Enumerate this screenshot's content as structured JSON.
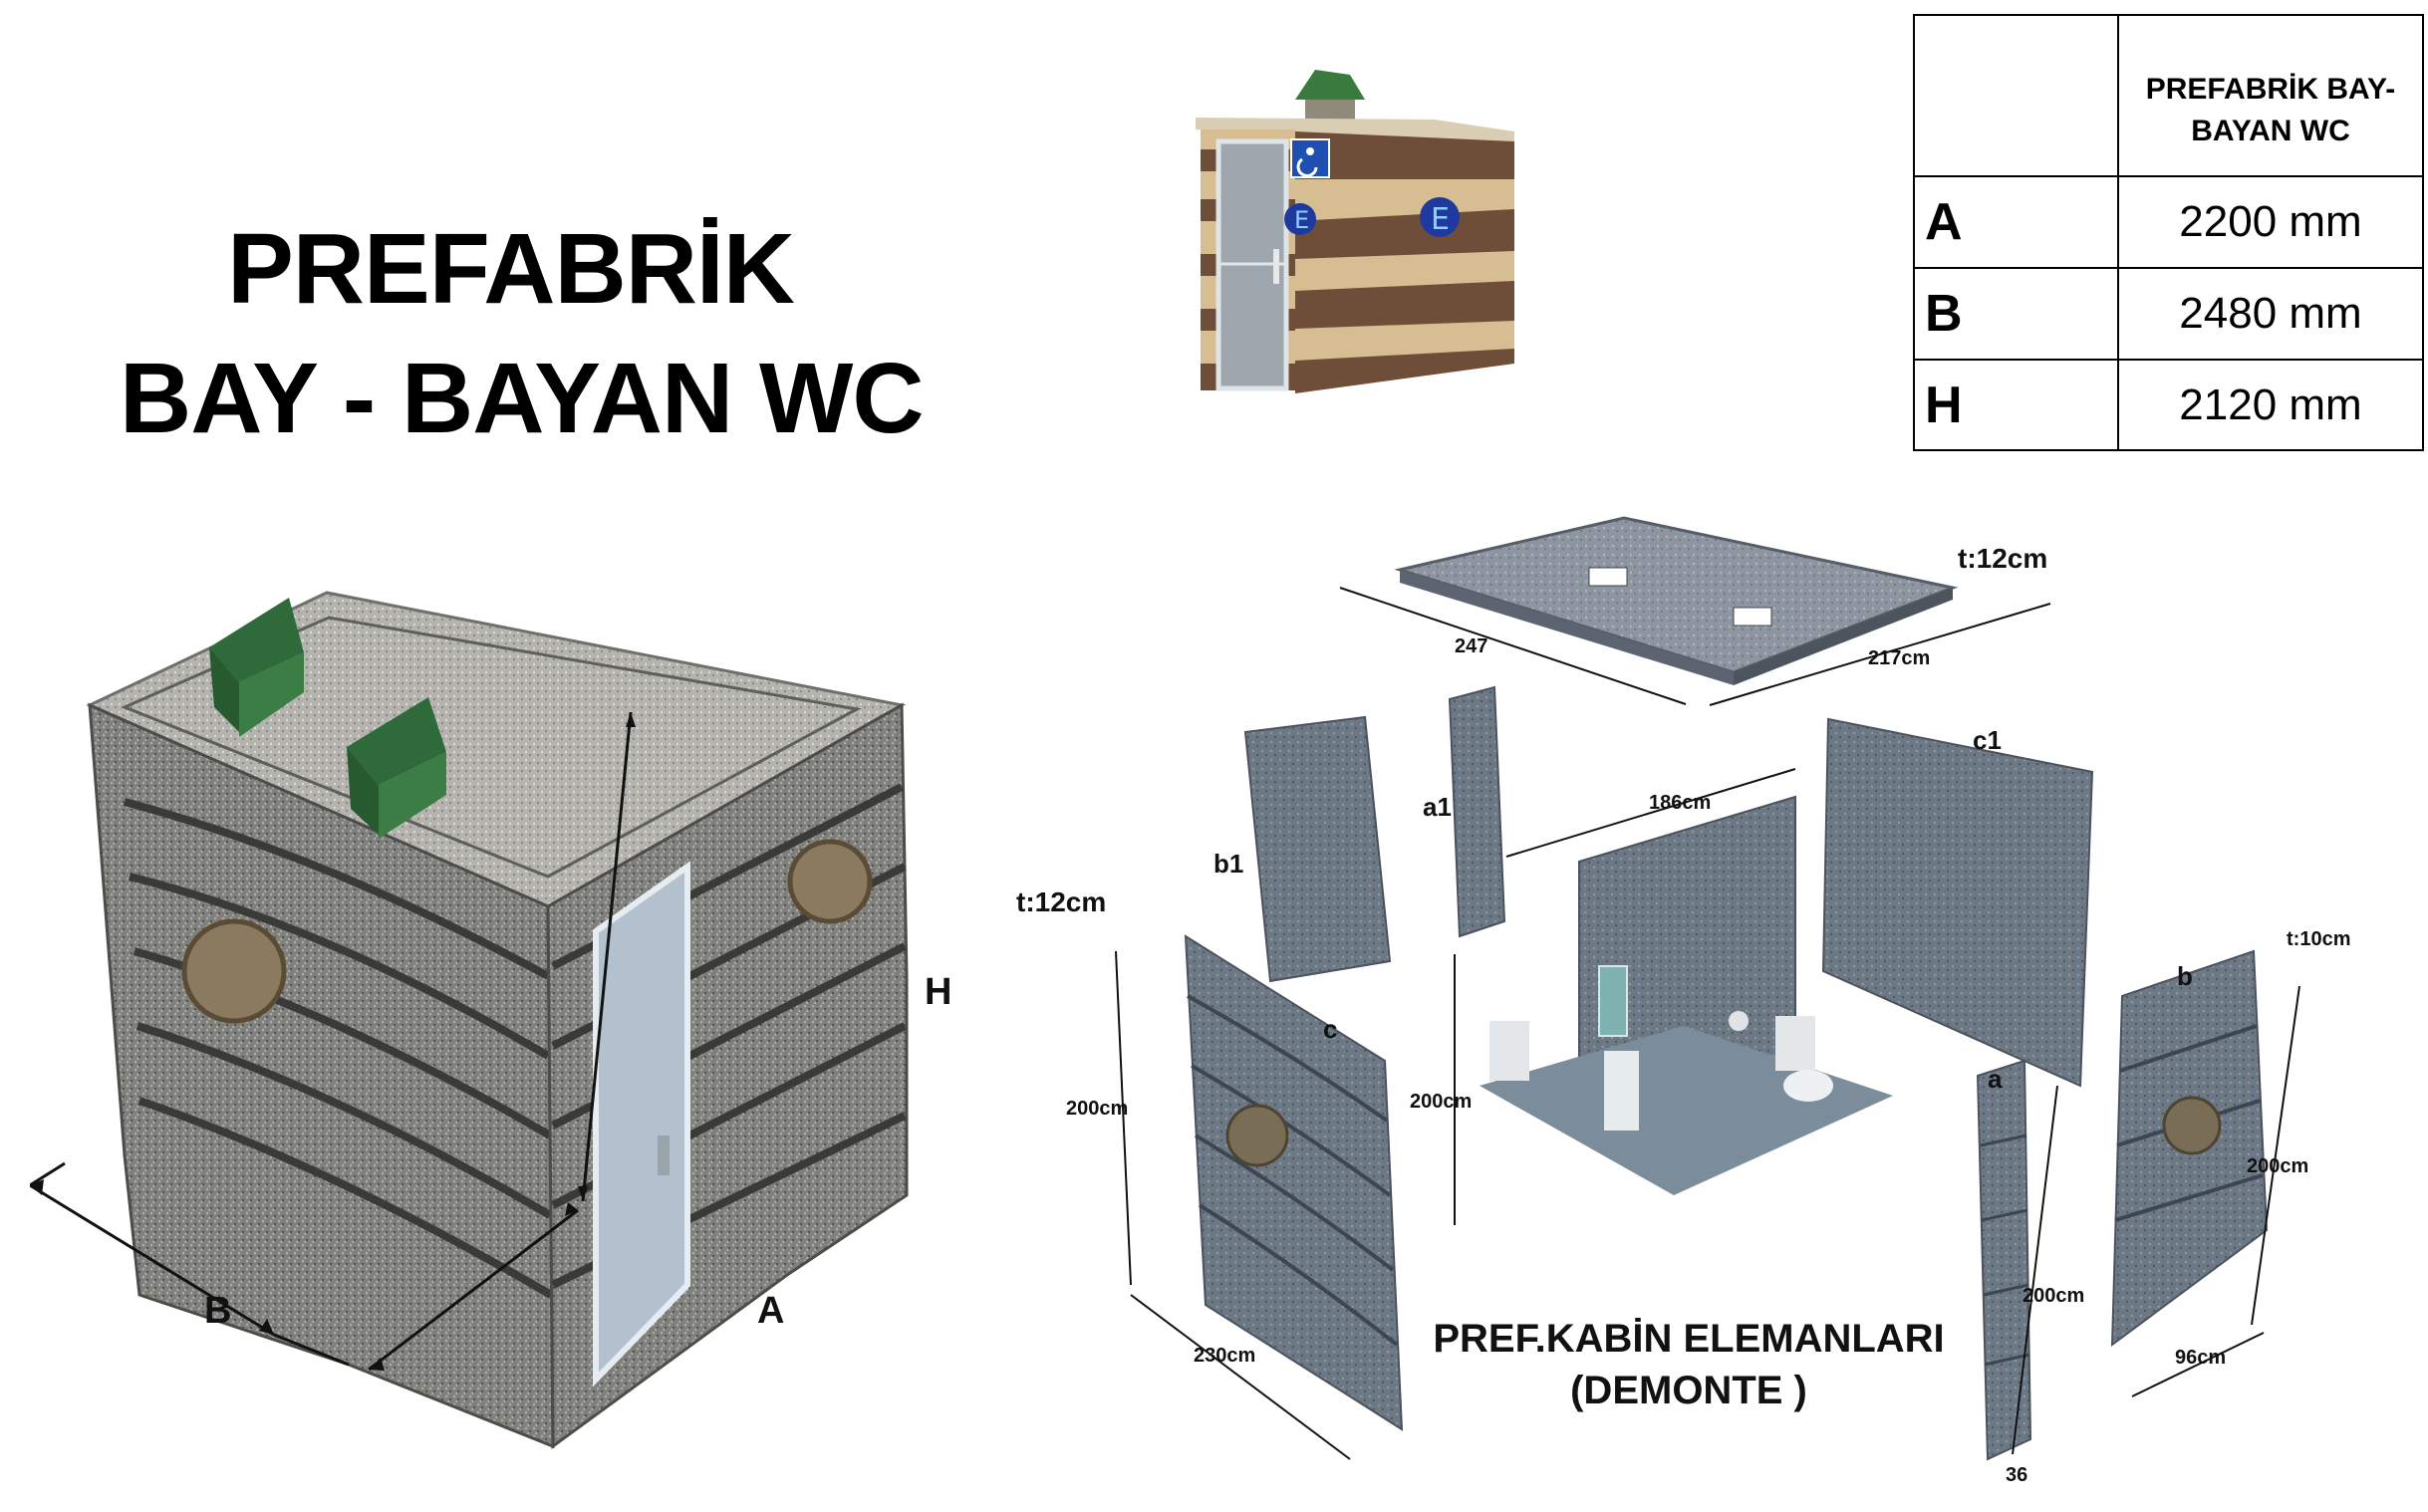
{
  "title": {
    "line1": "PREFABRİK",
    "line2": "BAY - BAYAN WC"
  },
  "spec_table": {
    "header": {
      "blank": "",
      "line1": "PREFABRİK BAY-",
      "line2": "BAYAN WC"
    },
    "rows": [
      {
        "key": "A",
        "value": "2200 mm"
      },
      {
        "key": "B",
        "value": "2480 mm"
      },
      {
        "key": "H",
        "value": "2120 mm"
      }
    ]
  },
  "render_dimensions": {
    "B": "B",
    "A": "A",
    "H": "H"
  },
  "exploded_labels": {
    "roof_thickness": "t:12cm",
    "roof_length": "247",
    "roof_width": "217cm",
    "back_wall_width": "186cm",
    "back_wall_height": "200cm",
    "panel_b1": "b1",
    "panel_a1": "a1",
    "panel_c1": "c1",
    "panel_c": "c",
    "panel_c_thickness": "t:12cm",
    "panel_c_height": "200cm",
    "panel_c_width": "230cm",
    "panel_a": "a",
    "panel_a_height": "200cm",
    "panel_a_width": "36",
    "panel_b": "b",
    "panel_b_thickness": "t:10cm",
    "panel_b_height": "200cm",
    "panel_b_width": "96cm"
  },
  "caption": {
    "line1": "PREF.KABİN  ELEMANLARI",
    "line2": "(DEMONTE )"
  },
  "colors": {
    "granite": "#8c8c88",
    "granite_dark": "#5f6062",
    "roof_green": "#2e6a3a",
    "door": "#b9c6d3",
    "panel_slate": "#6f7c8a",
    "wood_dark": "#6b4e3a",
    "wood_light": "#d8c19a",
    "sign_blue": "#1f4fb0"
  }
}
